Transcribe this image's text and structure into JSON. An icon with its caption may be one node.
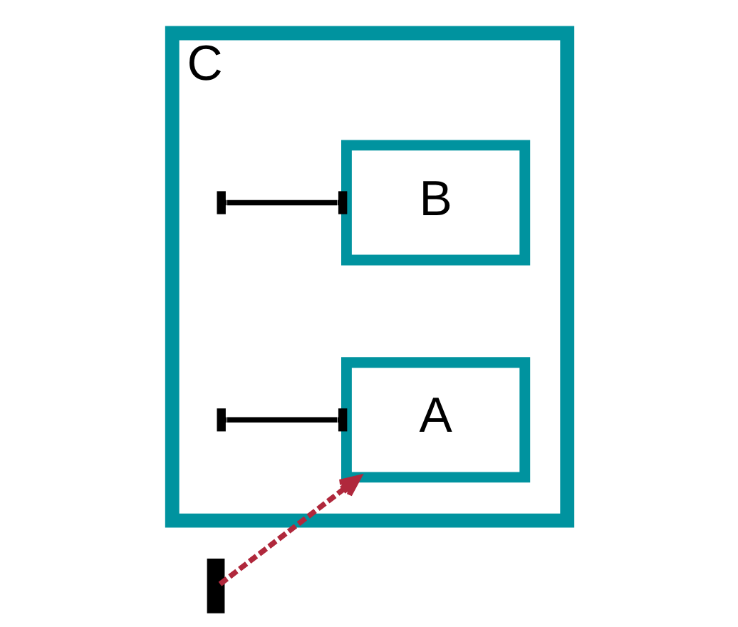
{
  "diagram": {
    "nodes": [
      {
        "text": [
          "C"
        ]
      },
      {
        "text": [
          "A"
        ],
        "in": 0
      },
      {
        "text": [
          "B"
        ],
        "in": 0
      },
      {
        "text": [],
        "shape": "bar"
      }
    ],
    "edges": [
      {
        "from": null,
        "to": 1,
        "arrow": "other"
      },
      {
        "from": null,
        "to": 2,
        "arrow": "other"
      },
      {
        "from": 3,
        "to": 1,
        "arrow": "to",
        "style": "dashed",
        "color": "#b0283c"
      }
    ]
  }
}
